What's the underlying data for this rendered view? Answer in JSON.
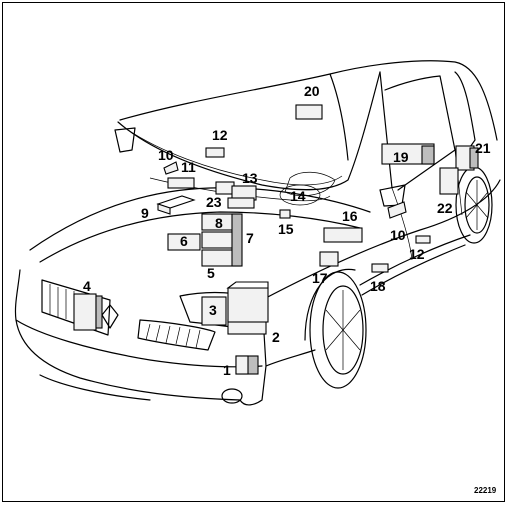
{
  "callouts": [
    "1",
    "2",
    "3",
    "4",
    "5",
    "6",
    "7",
    "8",
    "9",
    "10",
    "11",
    "12",
    "13",
    "14",
    "15",
    "16",
    "17",
    "18",
    "19",
    "20",
    "21",
    "22",
    "23",
    "10",
    "12"
  ],
  "reference_number": "22219"
}
